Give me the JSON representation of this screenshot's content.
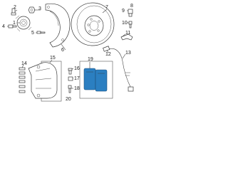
{
  "diagram": {
    "callouts": [
      {
        "id": "c1",
        "label": "1"
      },
      {
        "id": "c2",
        "label": "2"
      },
      {
        "id": "c3",
        "label": "3"
      },
      {
        "id": "c4",
        "label": "4"
      },
      {
        "id": "c5",
        "label": "5"
      },
      {
        "id": "c6",
        "label": "6"
      },
      {
        "id": "c7",
        "label": "7"
      },
      {
        "id": "c8",
        "label": "8"
      },
      {
        "id": "c9",
        "label": "9"
      },
      {
        "id": "c10",
        "label": "10"
      },
      {
        "id": "c11",
        "label": "11"
      },
      {
        "id": "c12",
        "label": "12"
      },
      {
        "id": "c13",
        "label": "13"
      },
      {
        "id": "c14",
        "label": "14"
      },
      {
        "id": "c15",
        "label": "15"
      },
      {
        "id": "c16",
        "label": "16"
      },
      {
        "id": "c17",
        "label": "17"
      },
      {
        "id": "c18",
        "label": "18"
      },
      {
        "id": "c19",
        "label": "19"
      },
      {
        "id": "c20",
        "label": "20"
      }
    ],
    "colors": {
      "line": "#3a3a3a",
      "pad_fill": "#2b7fc1",
      "background": "#ffffff"
    }
  }
}
